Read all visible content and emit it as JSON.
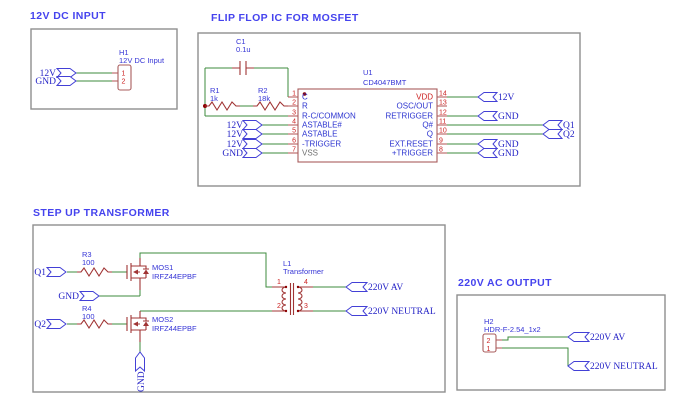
{
  "sections": {
    "dc_input": {
      "title": "12V DC INPUT"
    },
    "flip_flop": {
      "title": "FLIP FLOP IC FOR MOSFET"
    },
    "step_up": {
      "title": "STEP UP TRANSFORMER"
    },
    "ac_output": {
      "title": "220V AC OUTPUT"
    }
  },
  "nets": {
    "v12": "12V",
    "gnd": "GND",
    "q1": "Q1",
    "q2": "Q2",
    "av": "220V AV",
    "neutral": "220V NEUTRAL"
  },
  "components": {
    "h1": {
      "ref": "H1",
      "value": "12V DC Input",
      "pin1": "1",
      "pin2": "2"
    },
    "c1": {
      "ref": "C1",
      "value": "0.1u"
    },
    "r1": {
      "ref": "R1",
      "value": "1k"
    },
    "r2": {
      "ref": "R2",
      "value": "18k"
    },
    "u1": {
      "ref": "U1",
      "value": "CD4047BMT",
      "left": [
        {
          "n": "1",
          "name": "C"
        },
        {
          "n": "2",
          "name": "R"
        },
        {
          "n": "3",
          "name": "R-C/COMMON"
        },
        {
          "n": "4",
          "name": "ASTABLE#"
        },
        {
          "n": "5",
          "name": "ASTABLE"
        },
        {
          "n": "6",
          "name": "-TRIGGER"
        },
        {
          "n": "7",
          "name": "VSS"
        }
      ],
      "right": [
        {
          "n": "14",
          "name": "VDD"
        },
        {
          "n": "13",
          "name": "OSC/OUT"
        },
        {
          "n": "12",
          "name": "RETRIGGER"
        },
        {
          "n": "11",
          "name": "Q#"
        },
        {
          "n": "10",
          "name": "Q"
        },
        {
          "n": "9",
          "name": "EXT.RESET"
        },
        {
          "n": "8",
          "name": "+TRIGGER"
        }
      ]
    },
    "r3": {
      "ref": "R3",
      "value": "100"
    },
    "r4": {
      "ref": "R4",
      "value": "100"
    },
    "mos1": {
      "ref": "MOS1",
      "value": "IRFZ44EPBF"
    },
    "mos2": {
      "ref": "MOS2",
      "value": "IRFZ44EPBF"
    },
    "l1": {
      "ref": "L1",
      "value": "Transformer",
      "p1": "1",
      "p2": "2",
      "p3": "3",
      "p4": "4"
    },
    "h2": {
      "ref": "H2",
      "value": "HDR-F-2.54_1x2",
      "pin1": "1",
      "pin2": "2"
    }
  },
  "colors": {
    "wire": "#3c8b3c",
    "component_outline": "#a03434",
    "pin_number": "#cc2222",
    "net_label": "#2422c6",
    "component_label": "#3534d6",
    "title": "#4543ee",
    "section_border": "#8f8f8f",
    "vss_text": "#707070"
  }
}
